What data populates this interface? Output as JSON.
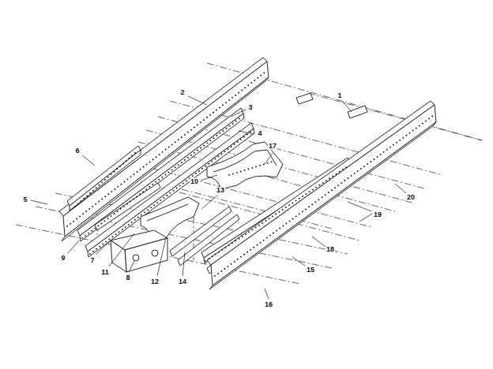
{
  "diagram": {
    "labels": [
      "1",
      "2",
      "3",
      "4",
      "5",
      "6",
      "7",
      "8",
      "9",
      "10",
      "11",
      "12",
      "13",
      "14",
      "15",
      "16",
      "17",
      "18",
      "19",
      "20"
    ]
  }
}
